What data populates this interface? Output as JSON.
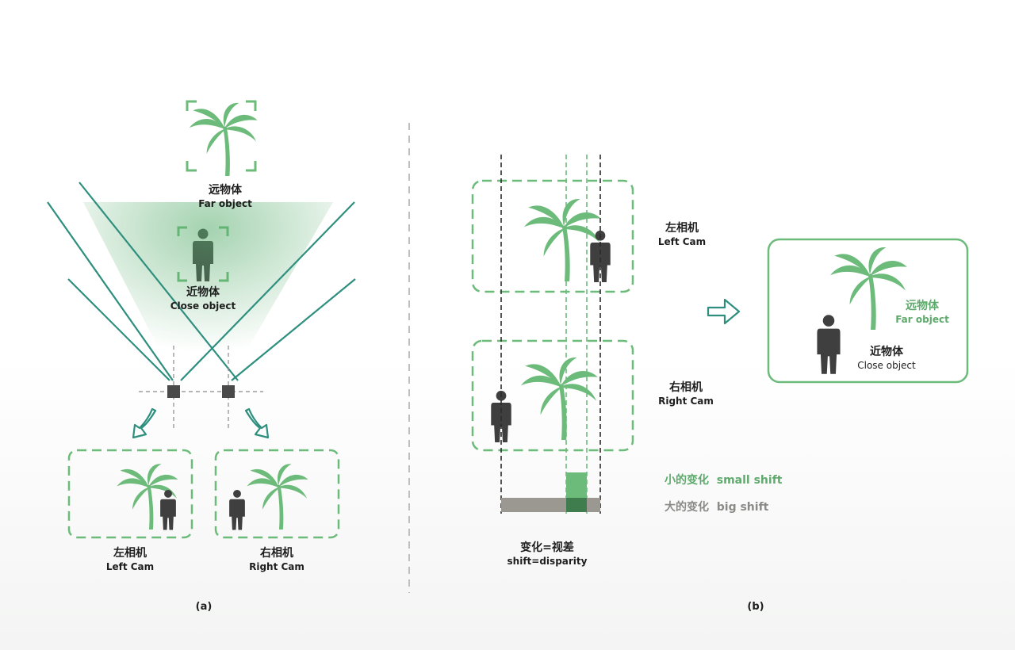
{
  "colors": {
    "green": "#6cbb7a",
    "dash_green": "#6cbb7a",
    "person": "#3f3f3f",
    "teal": "#2e8f7f",
    "grey_bar": "#9a9890",
    "dark_green_bar": "#3f7d4f"
  },
  "panel_a": {
    "far_object": {
      "zh": "远物体",
      "en": "Far object"
    },
    "close_object": {
      "zh": "近物体",
      "en": "Close object"
    },
    "left_cam": {
      "zh": "左相机",
      "en": "Left Cam"
    },
    "right_cam": {
      "zh": "右相机",
      "en": "Right Cam"
    },
    "caption": "(a)"
  },
  "panel_b": {
    "left_cam": {
      "zh": "左相机",
      "en": "Left Cam"
    },
    "right_cam": {
      "zh": "右相机",
      "en": "Right Cam"
    },
    "small_shift": {
      "zh": "小的变化",
      "en": "small shift"
    },
    "big_shift": {
      "zh": "大的变化",
      "en": "big shift"
    },
    "disparity": {
      "zh": "变化=视差",
      "en": "shift=disparity"
    },
    "result": {
      "far_object": {
        "zh": "远物体",
        "en": "Far object"
      },
      "close_object": {
        "zh": "近物体",
        "en": "Close object"
      }
    },
    "caption": "(b)"
  },
  "icons": [
    "palm-tree-icon",
    "person-icon",
    "camera-icon",
    "curved-arrow-icon",
    "right-arrow-icon"
  ]
}
